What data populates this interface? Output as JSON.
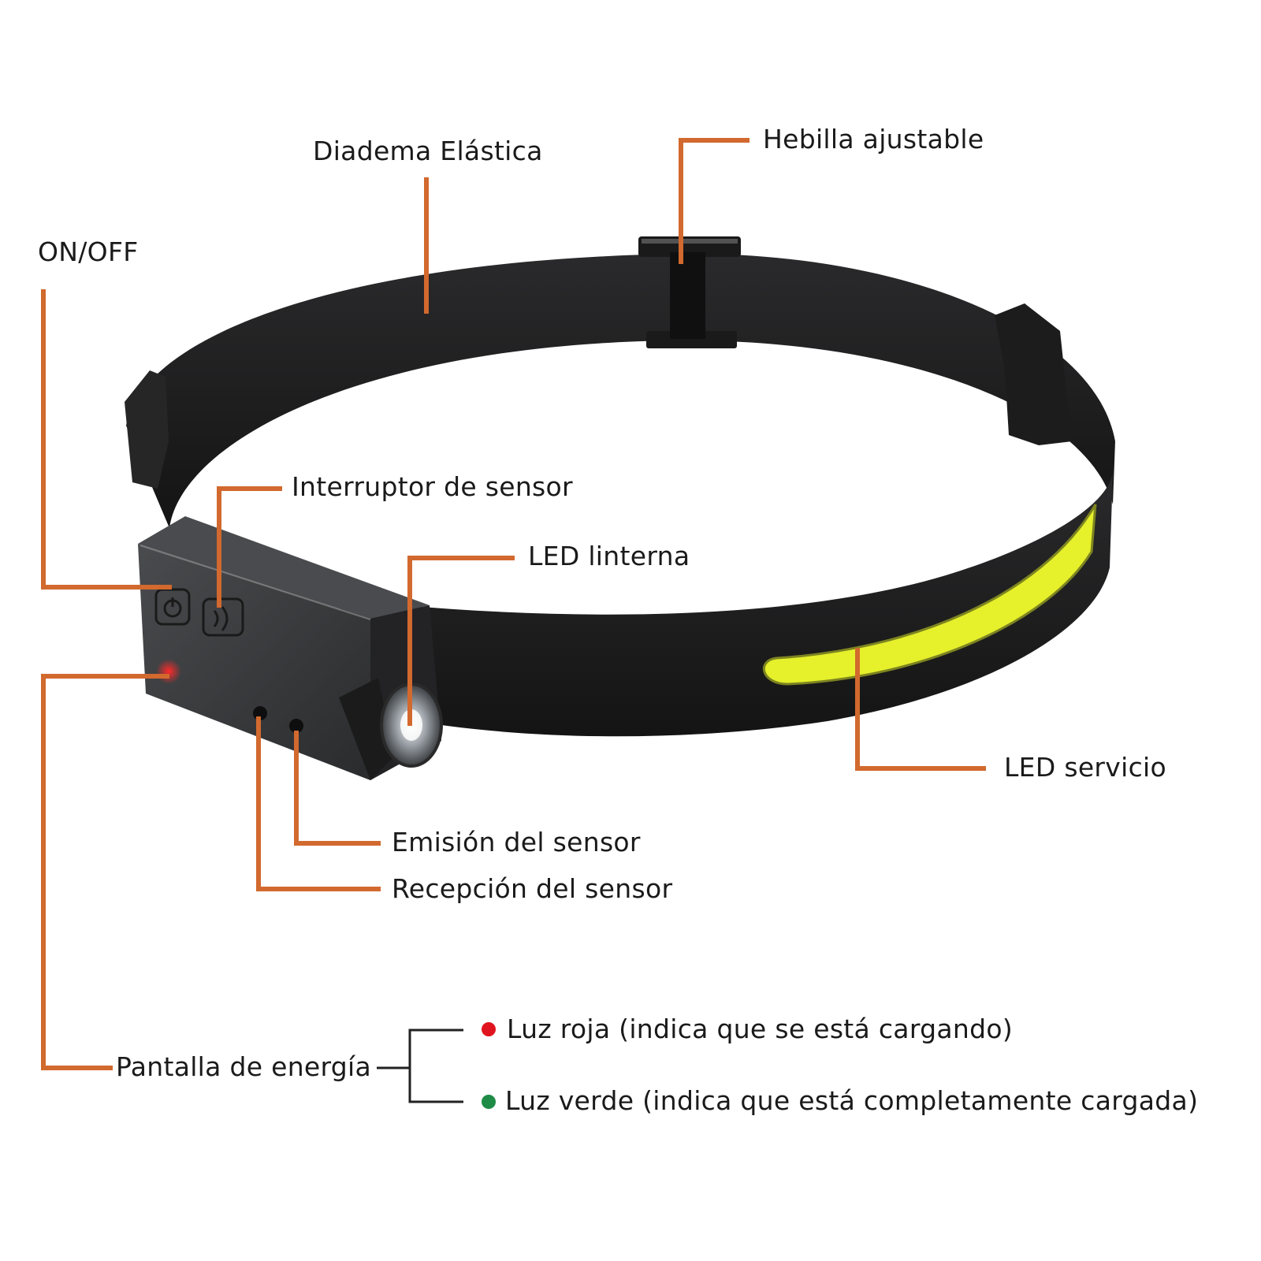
{
  "diagram": {
    "subject": "Linterna frontal LED con sensor",
    "colors": {
      "leader_line": "#d2692e",
      "band": "#1e1e1e",
      "housing": "#2e2f31",
      "cob_led": "#e6f02b",
      "red_indicator": "#e0141e",
      "green_indicator": "#1e8c46",
      "bracket": "#222222"
    },
    "labels": {
      "diadema": "Diadema Elástica",
      "hebilla": "Hebilla ajustable",
      "on_off": "ON/OFF",
      "interruptor": "Interruptor de sensor",
      "led_linterna": "LED linterna",
      "led_servicio": "LED servicio",
      "emision": "Emisión del sensor",
      "recepcion": "Recepción del sensor",
      "pantalla": "Pantalla de energía"
    },
    "indicators": [
      {
        "color_name": "red",
        "text": "Luz roja (indica que se está cargando)"
      },
      {
        "color_name": "green",
        "text": "Luz verde (indica que está completamente cargada)"
      }
    ]
  }
}
